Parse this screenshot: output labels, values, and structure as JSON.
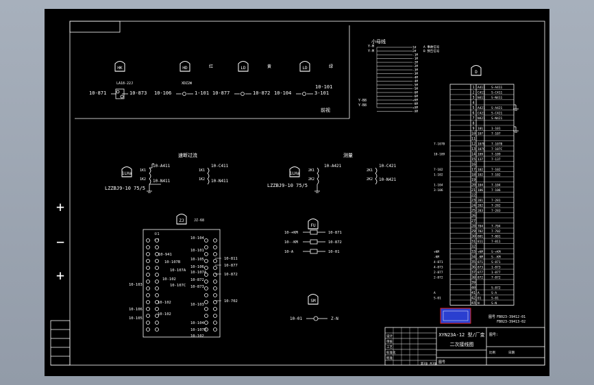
{
  "colors": {
    "background": "#000000",
    "line": "#ffffff",
    "viewport": "#9aa4b1",
    "accent_red": "#e2231a",
    "accent_blue": "#2a3fd0"
  },
  "viewer": {
    "zoom_in": "+",
    "zoom_out": "−",
    "zoom_fit": "+"
  },
  "signals": {
    "title": "小母线",
    "bus_left": [
      "Y-M",
      "Y-M"
    ],
    "bus_left_lower": [
      "Y-B8",
      "Y-B8"
    ],
    "bus_codes": [
      "1#",
      "2#",
      "-1M",
      "-1M",
      "-2M",
      "-2M",
      "-3M",
      "-3M",
      "-4M",
      "-4M",
      "-5M",
      "-5M",
      "-6M",
      "-6M",
      "+KM",
      "-KM",
      "+XM",
      "-XM"
    ],
    "bus_notes": [
      "A 事故信号",
      "B 预告信号"
    ],
    "section_label": "前视",
    "items": [
      {
        "symbol": "HK",
        "terms": [
          "10-871",
          "10-873"
        ],
        "model": "LA18-22J"
      },
      {
        "symbol": "HD",
        "terms": [
          "10-106",
          "1-101"
        ],
        "model": "XDZ2W",
        "color": "红"
      },
      {
        "symbol": "LD",
        "terms": [
          "10-877",
          "10-872"
        ],
        "model": "",
        "color": "黄"
      },
      {
        "symbol": "LD",
        "terms": [
          "10-104",
          "3-101"
        ],
        "extra": "10-101",
        "color": "绿"
      }
    ]
  },
  "current": {
    "title": "速断过流",
    "ct_label": "1LHa",
    "model": "LZZBJ9-10 75/5",
    "pins": [
      "1K1",
      "1K2",
      "1K1",
      "1K2"
    ],
    "nets": [
      "10-A411",
      "10-N411",
      "10-C411",
      "10-N411"
    ]
  },
  "measure": {
    "title": "测量",
    "model": "LZZBJ9-10 75/5",
    "pins": [
      "2K1",
      "2K2",
      "2K1",
      "2K2"
    ],
    "nets": [
      "10-A421",
      "10-C421",
      "10-N421"
    ]
  },
  "relay": {
    "symbol": "ZJ",
    "model": "JZ-68",
    "top_pins": [
      "①1",
      "②2"
    ],
    "labels": [
      "10-104",
      "10-941",
      "10-107B",
      "10-107A",
      "10-102",
      "10-107C",
      "10-102",
      "10-102",
      "10-101",
      "10-105",
      "10-106",
      "10-107A",
      "10-872",
      "10-873",
      "10-103",
      "10-106",
      "10-105",
      "10-103",
      "10-104",
      "10-107B",
      "10-102"
    ],
    "right_labels": [
      "10-811",
      "10-877",
      "10-872",
      "10-702"
    ]
  },
  "fuses": {
    "symbol": "FU",
    "rows": [
      {
        "left": "10-+KM",
        "right": "10-871"
      },
      {
        "left": "10--KM",
        "right": "10-872"
      },
      {
        "left": "10-A",
        "right": "10-01"
      }
    ]
  },
  "indicator": {
    "symbol": "SM",
    "left": "10-01",
    "right": "Z-N"
  },
  "terminals": {
    "header": "D",
    "rows": [
      {
        "no": "1",
        "a": "A411",
        "b": "S-A411"
      },
      {
        "no": "2",
        "a": "C411",
        "b": "S-C411"
      },
      {
        "no": "3",
        "a": "N411",
        "b": "S-N411"
      },
      {
        "no": "4",
        "a": "",
        "b": ""
      },
      {
        "no": "5",
        "a": "A421",
        "b": "S-A421"
      },
      {
        "no": "6",
        "a": "C421",
        "b": "S-C421"
      },
      {
        "no": "7",
        "a": "N421",
        "b": "S-N421"
      },
      {
        "no": "8",
        "a": "",
        "b": ""
      },
      {
        "no": "9",
        "a": "101",
        "b": "1-101"
      },
      {
        "no": "10",
        "a": "107",
        "b": "7-107"
      },
      {
        "no": "11",
        "a": "",
        "b": ""
      },
      {
        "no": "12",
        "a": "107B",
        "b": "7-107B",
        "left": "7-107B"
      },
      {
        "no": "13",
        "a": "107C",
        "b": "7-107C"
      },
      {
        "no": "14",
        "a": "109",
        "b": "7-109",
        "left": "10-109"
      },
      {
        "no": "15",
        "a": "137",
        "b": "7-137"
      },
      {
        "no": "16",
        "a": "",
        "b": ""
      },
      {
        "no": "17",
        "a": "102",
        "b": "7-102",
        "left": "7-102"
      },
      {
        "no": "18",
        "a": "102",
        "b": "7-102",
        "left": "1-102"
      },
      {
        "no": "19",
        "a": "",
        "b": ""
      },
      {
        "no": "20",
        "a": "104",
        "b": "7-104",
        "left": "1-104"
      },
      {
        "no": "21",
        "a": "106",
        "b": "7-106",
        "left": "3-106"
      },
      {
        "no": "22",
        "a": "",
        "b": ""
      },
      {
        "no": "23",
        "a": "281",
        "b": "7-281"
      },
      {
        "no": "24",
        "a": "282",
        "b": "7-282"
      },
      {
        "no": "25",
        "a": "283",
        "b": "7-283"
      },
      {
        "no": "26",
        "a": "",
        "b": ""
      },
      {
        "no": "27",
        "a": "",
        "b": ""
      },
      {
        "no": "28",
        "a": "704",
        "b": "7-704"
      },
      {
        "no": "29",
        "a": "702",
        "b": "7-702"
      },
      {
        "no": "30",
        "a": "801",
        "b": "7-801"
      },
      {
        "no": "31",
        "a": "811",
        "b": "7-811"
      },
      {
        "no": "32",
        "a": "",
        "b": ""
      },
      {
        "no": "33",
        "a": "+KM",
        "b": "S-+KM",
        "left": "+KM"
      },
      {
        "no": "34",
        "a": "-KM",
        "b": "S--KM",
        "left": "-KM"
      },
      {
        "no": "35",
        "a": "871",
        "b": "S-871",
        "left": "4-871"
      },
      {
        "no": "36",
        "a": "873",
        "b": "1-873",
        "left": "4-873"
      },
      {
        "no": "37",
        "a": "877",
        "b": "1-877",
        "left": "2-877"
      },
      {
        "no": "38",
        "a": "872",
        "b": "7-872",
        "left": "2-872"
      },
      {
        "no": "39",
        "a": "",
        "b": ""
      },
      {
        "no": "40",
        "a": "",
        "b": "S-872"
      },
      {
        "no": "41",
        "a": "A",
        "b": "S-A",
        "left": "A"
      },
      {
        "no": "42",
        "a": "01",
        "b": "S-01",
        "left": "S-01"
      },
      {
        "no": "43",
        "a": "N",
        "b": "S-N"
      }
    ]
  },
  "titleblock": {
    "project": "XYN23A-12 型/厂变",
    "drawing": "二次接线图",
    "ref_label": "图号",
    "ref1": "FB023-39412-01",
    "ref2": "FB023-39413-02",
    "sheet_label": "图号:",
    "rows": [
      "设计",
      "审核",
      "工艺",
      "标准化",
      "批准"
    ],
    "scale_label": "比例",
    "date_label": "日期",
    "sheet": "第1张 共1张",
    "company": "图号"
  }
}
